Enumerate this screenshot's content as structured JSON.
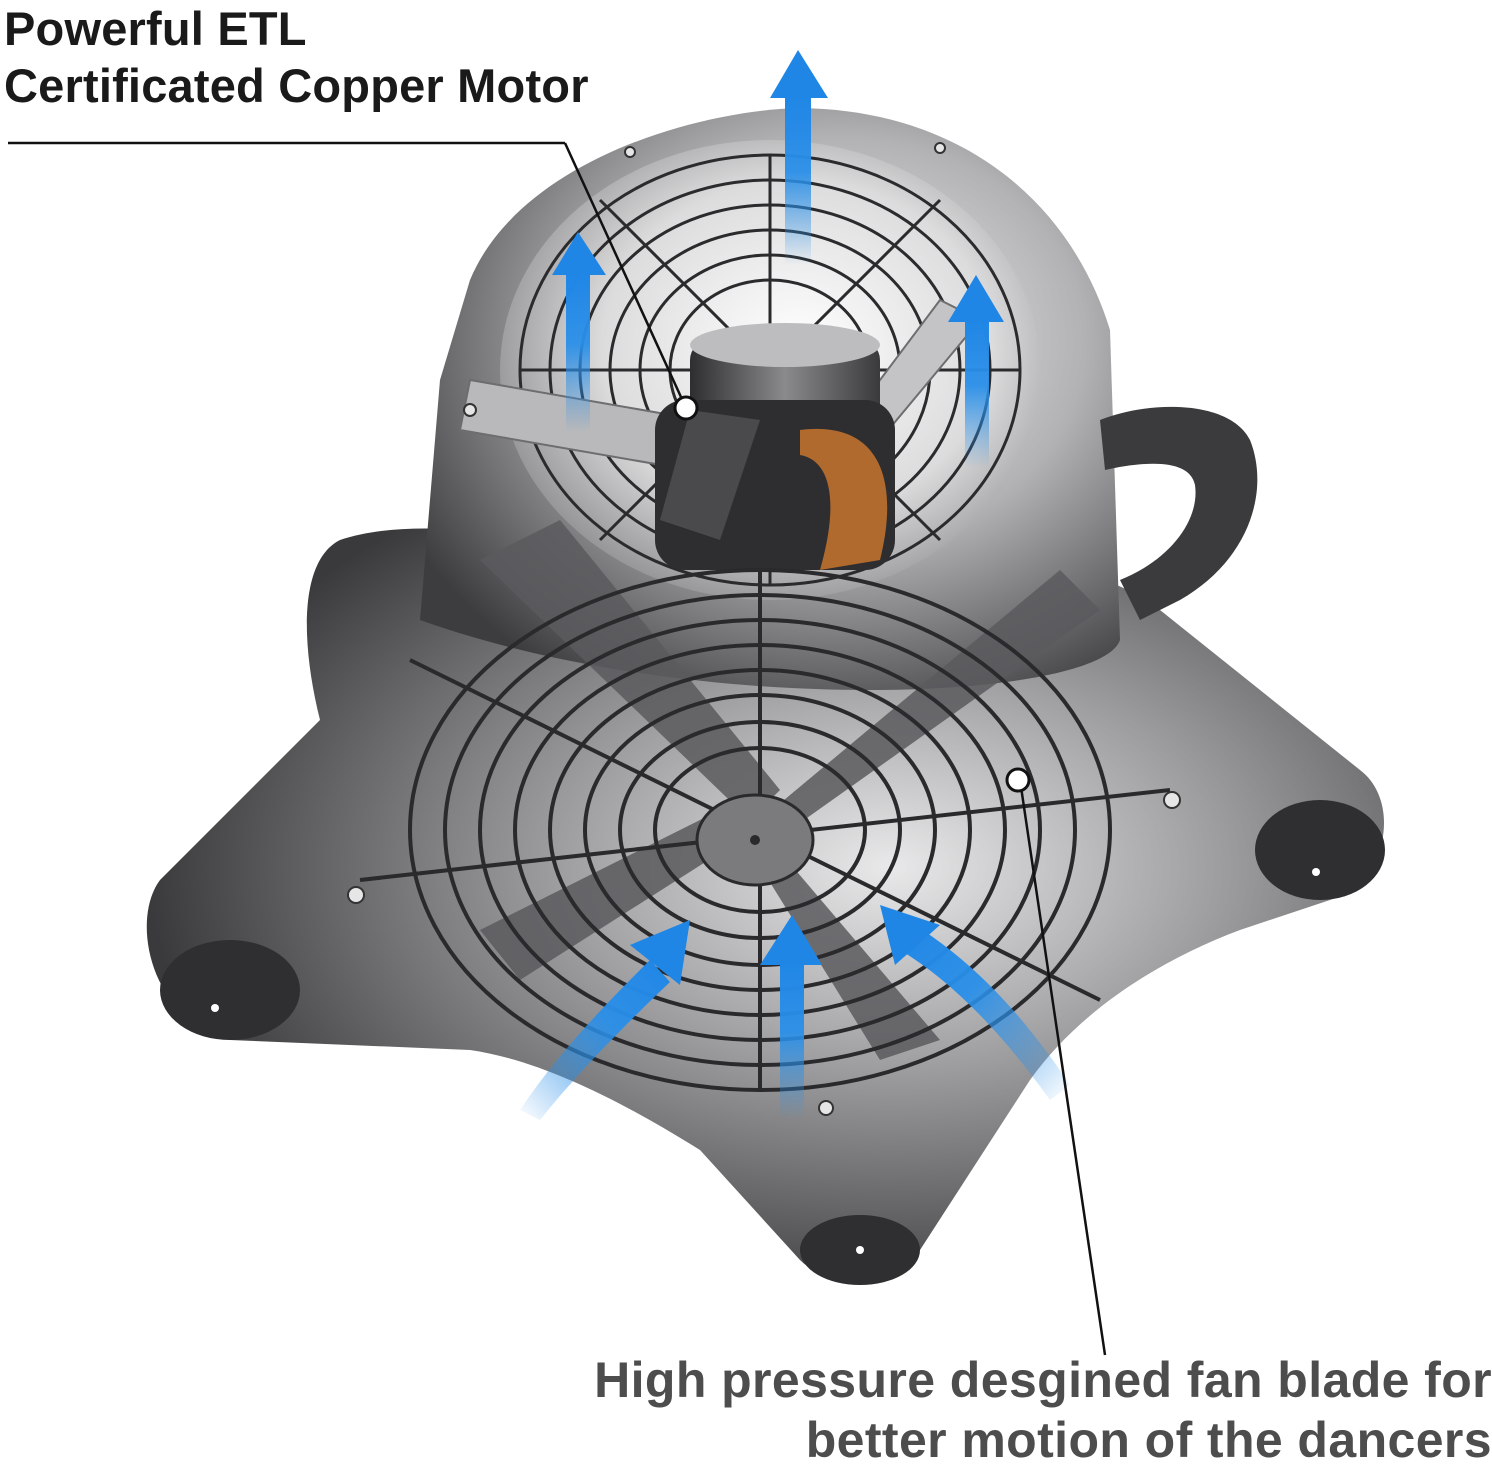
{
  "callouts": {
    "motor": {
      "line1": "Powerful ETL",
      "line2": "Certificated Copper Motor"
    },
    "blade": {
      "line1": "High pressure desgined fan blade for",
      "line2": "better motion of the dancers"
    }
  },
  "colors": {
    "airflow_arrow": "#2a8fe8",
    "housing": "#3b3b3d",
    "text_dark": "#1a1a1a",
    "text_grey": "#4d4d4d",
    "copper": "#b06a2e"
  }
}
